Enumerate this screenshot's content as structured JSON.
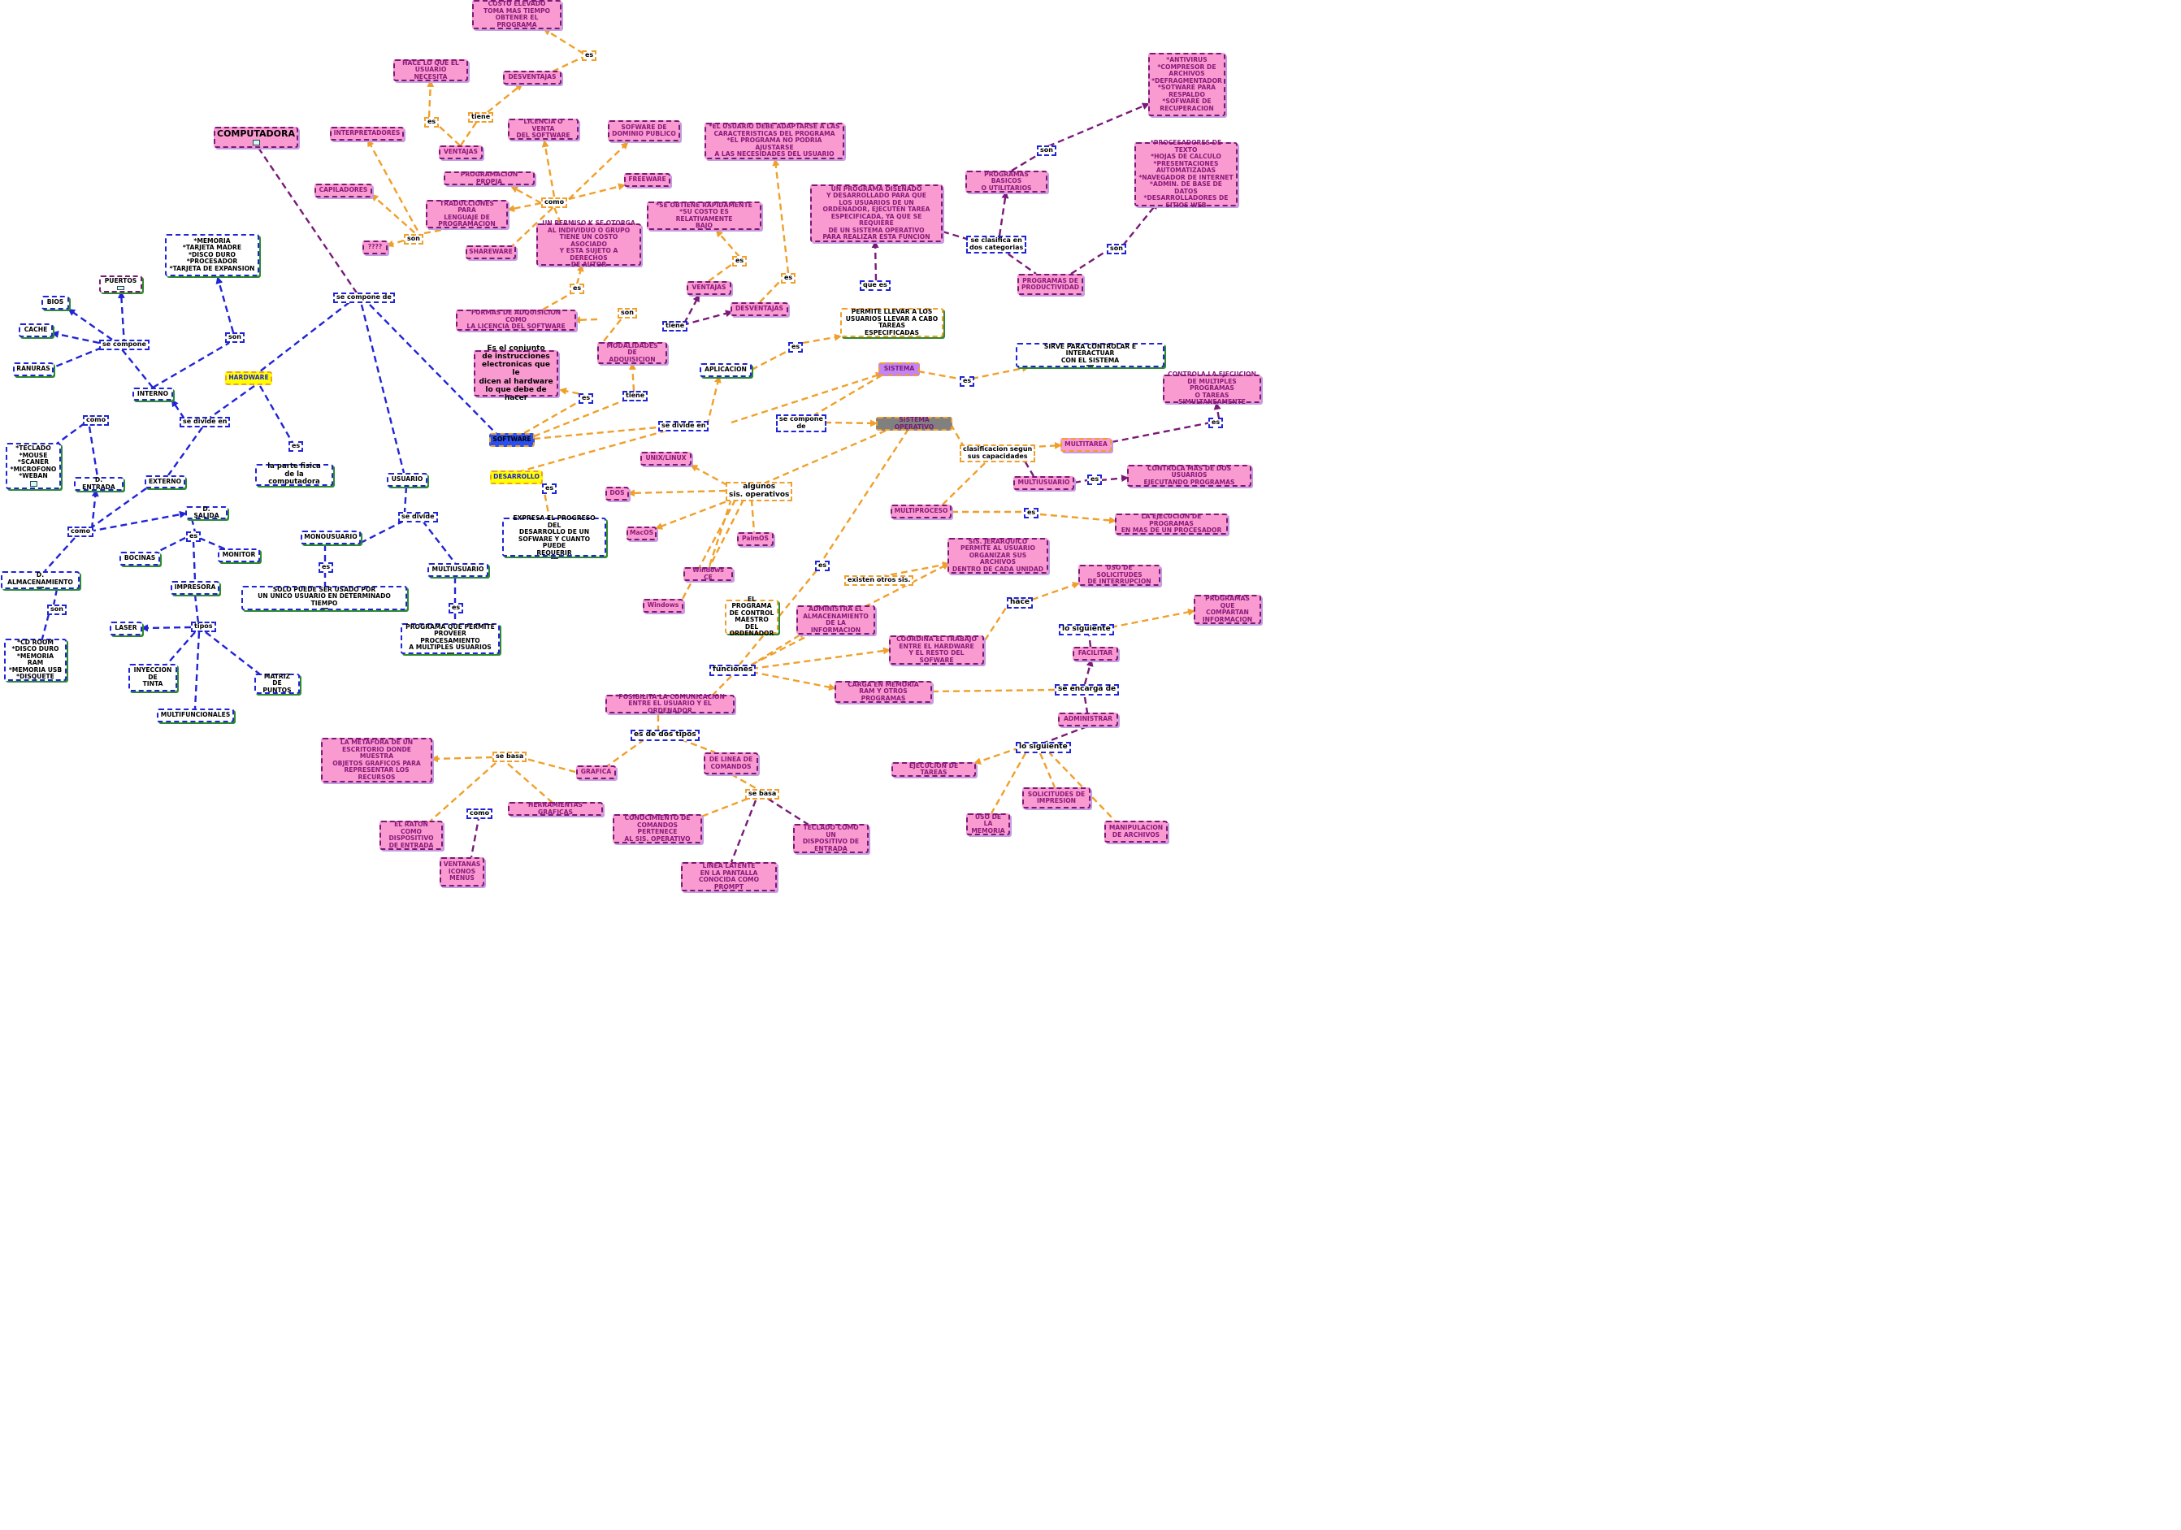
{
  "colors": {
    "blue": "#1f24d6",
    "orange": "#f0a02a",
    "purple": "#7a1a78",
    "pink": "#f99ad0",
    "yellow": "#ffff00",
    "software_blue": "#2a4ff0",
    "gray": "#808080",
    "lavender": "#c585f0"
  },
  "nodes": {
    "computadora": "COMPUTADORA",
    "se_compone_de": "se compone de",
    "hardware": "HARDWARE",
    "interno": "INTERNO",
    "son_internal": "son",
    "internal_list": "*MEMORIA\n*TARJETA MADRE\n*DISCO DURO\n*PROCESADOR\n*TARJETA DE EXPANSION",
    "se_compone_hw": "se compone",
    "puertos": "PUERTOS",
    "bios": "BIOS",
    "cache": "CACHE",
    "ranuras": "RANURAS",
    "se_divide_en_hw": "se divide en",
    "externo": "EXTERNO",
    "es_hw": "es",
    "parte_fisica": "la parte fisica\nde la computadora",
    "como_in": "como",
    "input_list": "*TECLADO\n*MOUSE\n*SCANER\n*MICROFONO\n*WEBAN",
    "d_entrada": "D. ENTRADA",
    "como_ext": "como",
    "d_salida": "D. SALIDA",
    "d_almacenamiento": "D. ALMACENAMIENTO",
    "son_alm": "son",
    "storage_list": "*CD ROOM\n*DISCO DURO\n*MEMORIA RAM\n*MEMORIA USB\n*DISQUETE",
    "es_salida": "es",
    "bocinas": "BOCINAS",
    "monitor": "MONITOR",
    "impresora": "IMPRESORA",
    "tipos": "tipos",
    "laser": "LASER",
    "inyeccion": "INYECCION\nDE\nTINTA",
    "matriz": "MATRIZ DE\nPUNTOS",
    "multifuncionales": "MULTIFUNCIONALES",
    "usuario": "USUARIO",
    "se_divide_usr": "se divide",
    "monousuario": "MONOUSUARIO",
    "es_mono": "es",
    "mono_desc": "SOLO PUEDE SER USADO POR\nUN UNICO USUARIO EN DETERMINADO TIEMPO",
    "multiusuario_usr": "MULTIUSUARIO",
    "es_multi": "es",
    "multi_desc": "PROGRAMA QUE PERMITE\nPROVEER PROCESAMIENTO\nA MULTIPLES USUARIOS",
    "software": "SOFTWARE",
    "sw_desc": "Es el conjunto\nde instrucciones\nelectronicas que le\ndicen al hardware\nlo que debe de hacer",
    "es_sw": "es",
    "desarrollo": "DESARROLLO",
    "es_des": "es",
    "des_desc": "EXPRESA EL PROGRESO DEL\nDESARROLLO DE UN\nSOFWARE Y CUANTO PUEDE\nREQUERIR",
    "se_divide_en_sw": "se divide en",
    "tiene_sw": "tiene",
    "modalidades": "MODALIDADES DE\nADQUISICION",
    "son_mod": "son",
    "formas": "FORMAS DE ADQUISICION COMO\nLA LICENCIA DEL SOFTWARE",
    "es_formas": "es",
    "permiso": "UN PERMISO K SE OTORGA\nAL INDIVIDUO O GRUPO\nTIENE UN COSTO ASOCIADO\nY ESTA SUJETO A DERECHOS\nDE AUTOR",
    "como_sw": "como",
    "programacion_propia": "PROGRAMACION PROPIA",
    "traducciones": "TRADUCCIONES PARA\nLENGUAJE DE\nPROGRAMACION",
    "shareware": "SHAREWARE",
    "freeware": "FREEWARE",
    "dominio_publico": "SOFWARE DE\nDOMINIO PUBLICO",
    "licencia_venta": "LICENCIA O VENTA\nDEL SOFTWARE",
    "son_trad": "son",
    "interpretadores": "INTERPRETADORES",
    "capiladores": "CAPILADORES",
    "q4": "????",
    "ventajas_lic": "VENTAJAS",
    "tiene_lic": "tiene",
    "es_vent_lic": "es",
    "hace_lo_que": "HACE LO QUE EL\nUSUARIO NECESITA",
    "desventajas_lic": "DESVENTAJAS",
    "es_desv_lic": "es",
    "costo": "COSTO ELEVADO\nTOMA MAS TIEMPO\nOBTENER EL PROGRAMA",
    "tiene_mod": "tiene",
    "ventajas_mod": "VENTAJAS",
    "es_vent_mod": "es",
    "rapido": "*SE OBTIENE RAPIDAMENTE\n*SU COSTO ES RELATIVAMENTE\nBAJO",
    "desventajas_mod": "DESVENTAJAS",
    "es_desv_mod": "es",
    "adaptarse": "*EL USUARIO DEBE ADAPTARSE A LAS\nCARACTERISTICAS DEL PROGRAMA\n*EL PROGRAMA NO PODRIA AJUSTARSE\nA LAS NECESIDADES DEL USUARIO",
    "aplicacion": "APLICACION",
    "es_apl": "es",
    "permite_llevar": "PERMITE LLEVAR A LOS\nUSUARIOS LLEVAR A CABO TAREAS\nESPECIFICADAS",
    "que_es": "que es",
    "programa_disenado": "UN PROGRAMA DISEÑADO\nY DESARROLLADO PARA QUE\nLOS USUARIOS DE UN\nORDENADOR, EJECUTEN TAREA\nESPECIFICADA, YA QUE SE REQUIERE\nDE UN SISTEMA OPERATIVO\nPARA REALIZAR ESTA FUNCION",
    "se_clasifica": "se clasifica en\ndos categorias",
    "programas_basicos": "PROGRAMAS BASICOS\nO UTILITARIOS",
    "son_basicos": "son",
    "antivirus": "*ANTIVIRUS\n*COMPRESOR DE\nARCHIVOS\n*DEFRAGMENTADOR\n*SOTWARE PARA\nRESPALDO\n*SOFWARE DE\nRECUPERACION",
    "programas_productividad": "PROGRAMAS DE\nPRODUCTIVIDAD",
    "son_prod": "son",
    "procesadores": "*PROCESADORES DE TEXTO\n*HOJAS DE CALCULO\n*PRESENTACIONES\nAUTOMATIZADAS\n*NAVEGADOR DE INTERNET\n*ADMIN. DE BASE DE DATOS\n*DESARROLLADORES DE\nSITIOS WEB",
    "sistema": "SISTEMA",
    "es_sistema": "es",
    "sirve_para": "SIRVE PARA CONTROLAR E INTERACTUAR\nCON EL SISTEMA",
    "se_compone_de_so": "se compone\nde",
    "sistema_operativo": "SISTEMA OPERATIVO",
    "clasificacion": "clasificacion segun\nsus capacidades",
    "multitarea": "MULTITAREA",
    "es_mt": "es",
    "controla": "CONTROLA LA EJECUCION\nDE MULTIPLES PROGRAMAS\nO TAREAS SIMULTANEAMENTE",
    "multiusuario_so": "MULTIUSUARIO",
    "es_mu": "es",
    "controla_mas": "CONTROLA MAS DE DOS USUARIOS\nEJECUTANDO PROGRAMAS",
    "multiproceso": "MULTIPROCESO",
    "es_mp": "es",
    "ejecucion_mas": "LA EJECUCION DE PROGRAMAS\nEN MAS DE UN PROCESADOR",
    "algunos": "algunos\nsis. operativos",
    "unix": "UNIX/LINUX",
    "dos": "DOS",
    "macos": "MacOS",
    "palmos": "PalmOS",
    "windows_ce": "Windows CE",
    "windows": "Windows",
    "existen_otros": "existen otros sis.",
    "jerarquico": "SIS. JERARQUICO\nPERMITE AL USUARIO\nORGANIZAR SUS ARCHIVOS\nDENTRO DE CADA UNIDAD",
    "es_so": "es",
    "programa_control": "EL PROGRAMA\nDE CONTROL\nMAESTRO DEL\nORDENADOR",
    "funciones": "funciones",
    "administra_alm": "ADMINISTRA EL\nALMACENAMIENTO\nDE LA INFORMACION",
    "coordina": "COORDINA EL TRABAJO\nENTRE EL HARDWARE\nY EL RESTO DEL SOFWARE",
    "carga_memoria": "CARGA EN MEMORIA\nRAM Y OTROS PROGRAMAS",
    "posibilita": "*POSIBILITA LA COMUNICACION\nENTRE EL USUARIO Y EL ORDENADOR",
    "es_dos_tipos": "es de dos tipos",
    "grafica": "GRAFICA",
    "se_basa_graf": "se basa",
    "metafora": "LA METAFORA DE UN\nESCRITORIO DONDE MUESTRA\nOBJETOS GRAFICOS PARA\nREPRESENTAR LOS RECURSOS",
    "herramientas": "HERRAMIENTAS GRAFICAS",
    "como_herr": "como",
    "raton": "EL RATON COMO\nDISPOSITIVO\nDE ENTRADA",
    "ventanas": "VENTANAS\nICONOS\nMENUS",
    "linea_comandos": "DE LINEA DE\nCOMANDOS",
    "se_basa_cmd": "se basa",
    "conocimiento": "CONOCIMIENTO DE\nCOMANDOS PERTENECE\nAL SIS. OPERATIVO",
    "teclado": "TECLADO COMO UN\nDISPOSITIVO DE\nENTRADA",
    "linea_latente": "LINEA LATENTE\nEN LA PANTALLA\nCONOCIDA COMO PROMPT",
    "se_encarga": "se encarga de",
    "facilitar": "FACILITAR",
    "lo_siguiente_f": "lo siguiente",
    "compartan": "PROGRAMAS\nQUE COMPARTAN\nINFORMACION",
    "hace": "hace",
    "solicitudes_int": "USO DE SOLICITUDES\nDE INTERRUPCION",
    "administrar": "ADMINISTRAR",
    "lo_siguiente_a": "lo siguiente",
    "ejecucion_tareas": "EJECUCION DE TAREAS",
    "uso_memoria": "USO DE LA\nMEMORIA",
    "solicitudes_imp": "SOLICITUDES DE\nIMPRESION",
    "manipulacion": "MANIPULACION\nDE ARCHIVOS"
  }
}
